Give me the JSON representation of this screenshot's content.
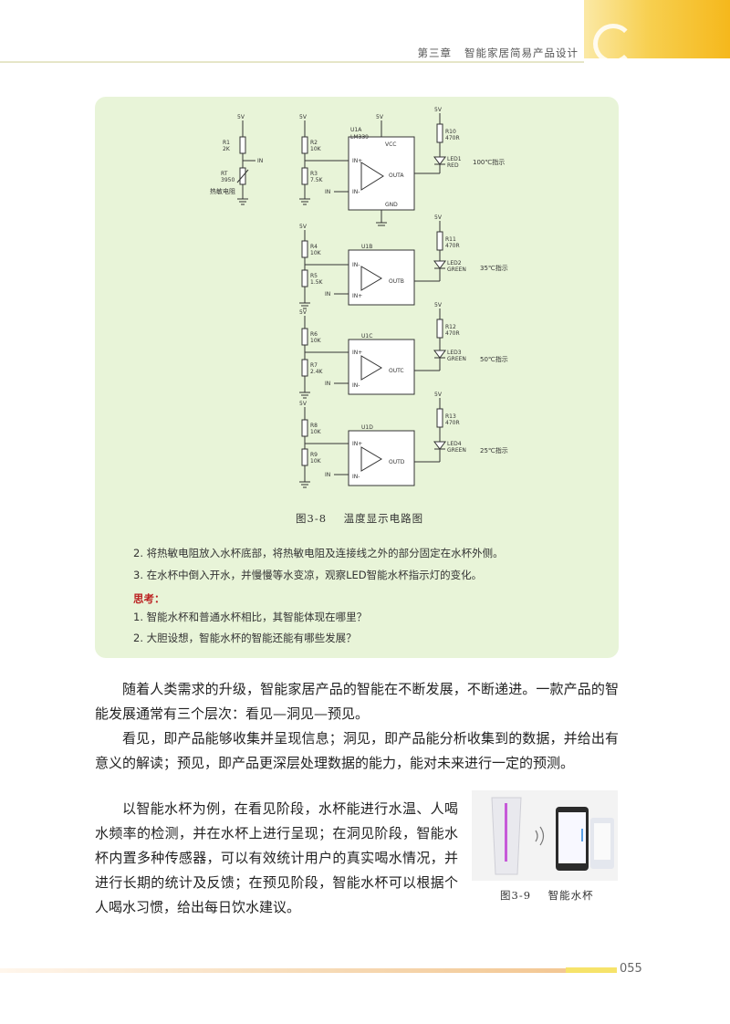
{
  "header": {
    "chapter": "第三章",
    "title": "智能家居简易产品设计"
  },
  "circuit": {
    "section_a": {
      "supply_left": "5V",
      "supply_mid": "5V",
      "supply_top": "5V",
      "supply_led": "5V",
      "r1": "R1",
      "r1_value": "2K",
      "rt": "RT",
      "rt_value": "3950",
      "rt_label": "热敏电阻",
      "net_in": "IN",
      "r2": "R2",
      "r2_value": "10K",
      "r3": "R3",
      "r3_value": "7.5K",
      "chip": "U1A",
      "chip_part": "LM339",
      "pin_plus": "IN+",
      "pin_minus": "IN-",
      "out": "OUTA",
      "vcc": "VCC",
      "gnd": "GND",
      "r10": "R10",
      "r10_value": "470R",
      "led": "LED1",
      "led_color": "RED",
      "indicator": "100℃指示"
    },
    "section_b": {
      "supply": "5V",
      "supply_led": "5V",
      "r4": "R4",
      "r4_value": "10K",
      "r5": "R5",
      "r5_value": "1.5K",
      "chip": "U1B",
      "pin_plus": "IN+",
      "pin_minus": "IN-",
      "out": "OUTB",
      "r11": "R11",
      "r11_value": "470R",
      "led": "LED2",
      "led_color": "GREEN",
      "indicator": "35℃指示"
    },
    "section_c": {
      "supply": "5V",
      "supply_led": "5V",
      "r6": "R6",
      "r6_value": "10K",
      "r7": "R7",
      "r7_value": "2.4K",
      "chip": "U1C",
      "pin_plus": "IN+",
      "pin_minus": "IN-",
      "out": "OUTC",
      "r12": "R12",
      "r12_value": "470R",
      "led": "LED3",
      "led_color": "GREEN",
      "indicator": "50℃指示"
    },
    "section_d": {
      "supply": "5V",
      "supply_led": "5V",
      "r8": "R8",
      "r8_value": "10K",
      "r9": "R9",
      "r9_value": "10K",
      "chip": "U1D",
      "pin_plus": "IN+",
      "pin_minus": "IN-",
      "out": "OUTD",
      "r13": "R13",
      "r13_value": "470R",
      "led": "LED4",
      "led_color": "GREEN",
      "indicator": "25℃指示"
    }
  },
  "figure_3_8": {
    "number": "图3-8",
    "caption": "温度显示电路图"
  },
  "box": {
    "step2": "2. 将热敏电阻放入水杯底部，将热敏电阻及连接线之外的部分固定在水杯外侧。",
    "step3": "3. 在水杯中倒入开水，并慢慢等水变凉，观察LED智能水杯指示灯的变化。",
    "think_title": "思考：",
    "q1": "1. 智能水杯和普通水杯相比，其智能体现在哪里？",
    "q2": "2. 大胆设想，智能水杯的智能还能有哪些发展？"
  },
  "paragraphs": {
    "p1": "随着人类需求的升级，智能家居产品的智能在不断发展，不断递进。一款产品的智能发展通常有三个层次：看见—洞见—预见。",
    "p2": "看见，即产品能够收集并呈现信息；洞见，即产品能分析收集到的数据，并给出有意义的解读；预见，即产品更深层处理数据的能力，能对未来进行一定的预测。",
    "p3": "以智能水杯为例，在看见阶段，水杯能进行水温、人喝水频率的检测，并在水杯上进行呈现；在洞见阶段，智能水杯内置多种传感器，可以有效统计用户的真实喝水情况，并进行长期的统计及反馈；在预见阶段，智能水杯可以根据个人喝水习惯，给出每日饮水建议。"
  },
  "figure_3_9": {
    "number": "图3-9",
    "caption": "智能水杯"
  },
  "footer": {
    "page_number": "055"
  }
}
